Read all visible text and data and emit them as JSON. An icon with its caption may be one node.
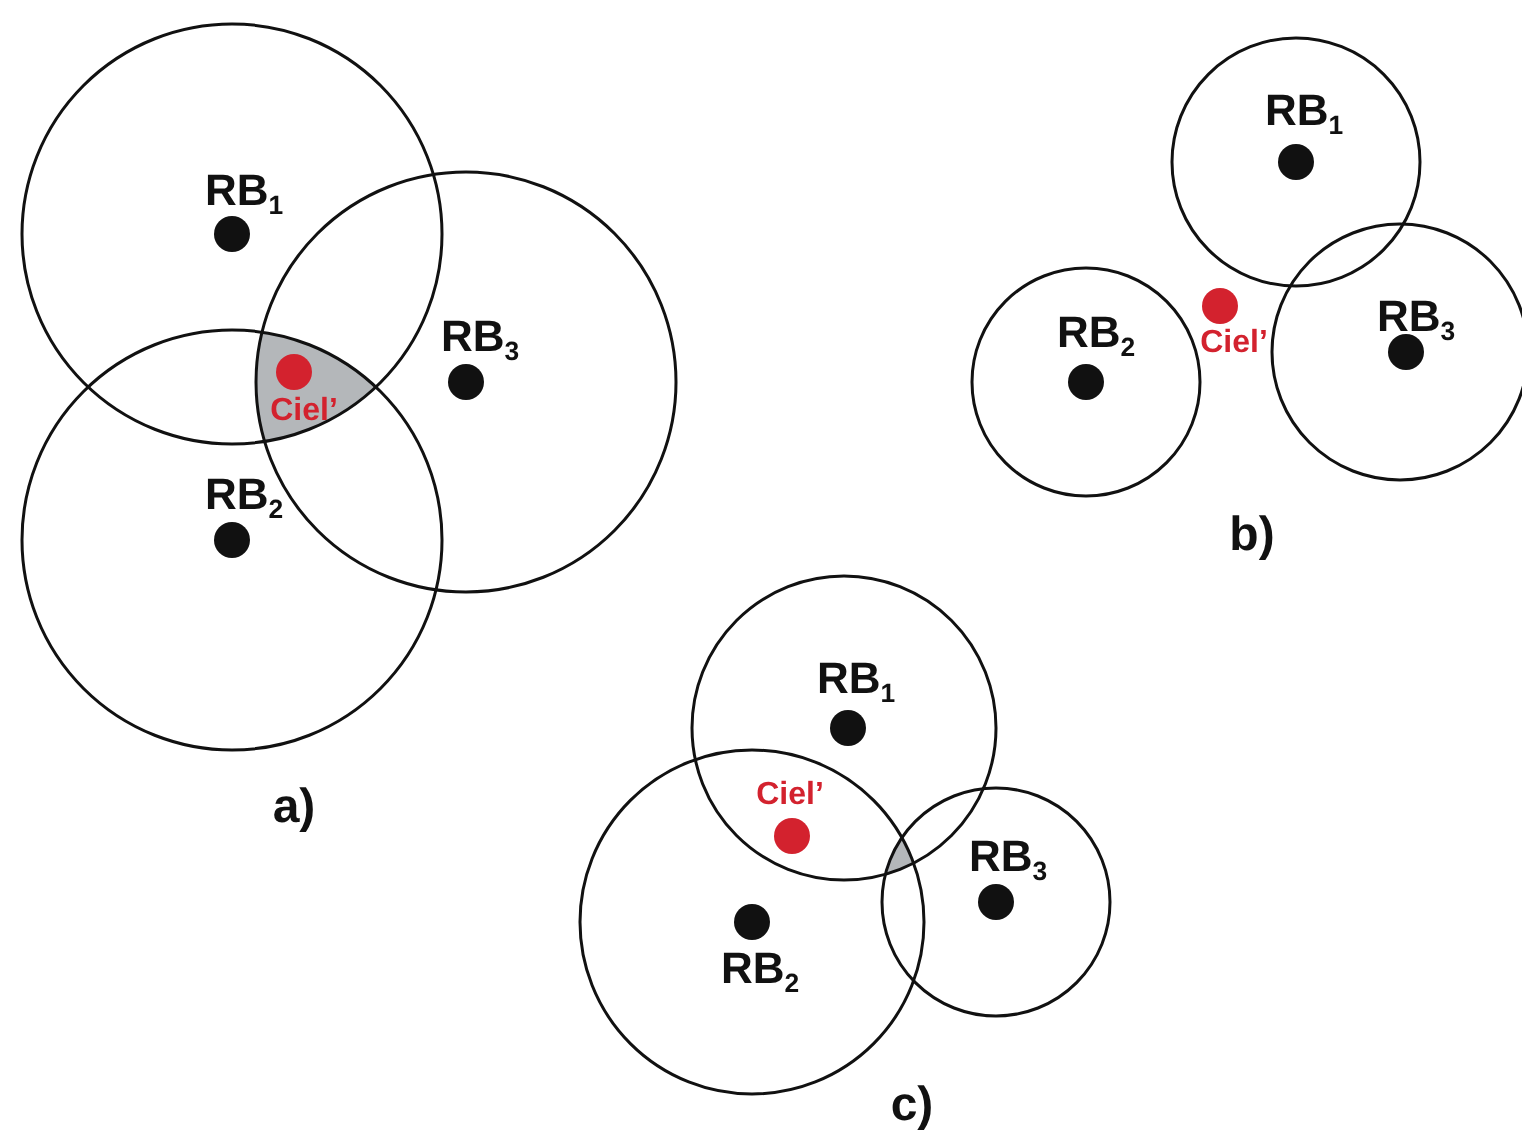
{
  "diagram": {
    "labels": [
      "RB$_{1}$",
      "RB$_{3}$",
      "Ciel’",
      "RB$_{2}$",
      "a)",
      "RB$_{1}$",
      "RB$_{2}$",
      "Ciel’",
      "RB$_{3}$",
      "b)",
      "RB$_{1}$",
      "Ciel’",
      "RB$_{3}$",
      "RB$_{2}$",
      "c)"
    ]
  }
}
